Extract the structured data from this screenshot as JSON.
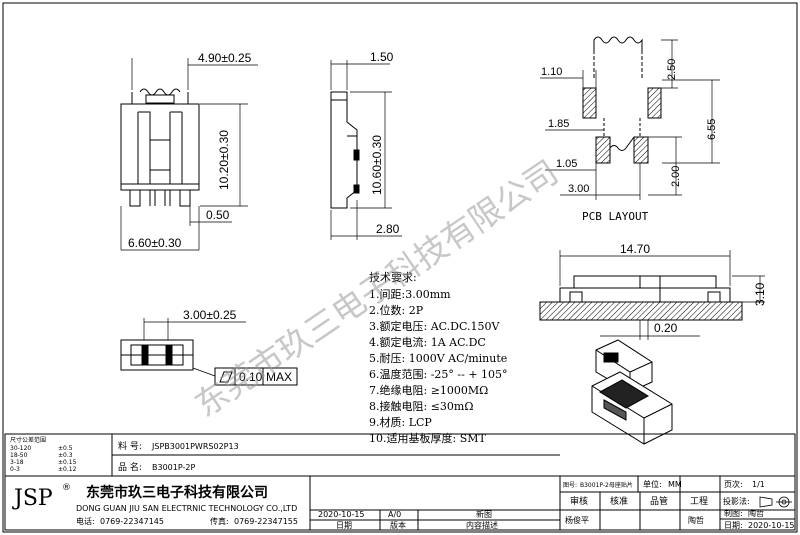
{
  "dimensions": {
    "front_width": "4.90±0.25",
    "front_height": "10.20±0.30",
    "front_pin_offset": "0.50",
    "front_base_width": "6.60±0.30",
    "side_top": "1.50",
    "side_height": "10.60±0.30",
    "side_bottom": "2.80",
    "bottom_pitch": "3.00±0.25",
    "flatness_value": "0.10",
    "flatness_max": "MAX",
    "pcb_left_pad": "1.10",
    "pcb_top_pad": "2.50",
    "pcb_offset": "1.85",
    "pcb_total_height": "6.55",
    "pcb_small_pad": "1.05",
    "pcb_pitch": "3.00",
    "pcb_lower": "2.00",
    "profile_length": "14.70",
    "profile_height": "3.10",
    "profile_gap": "0.20"
  },
  "pcb_layout_label": "PCB LAYOUT",
  "requirements": {
    "title": "技术要求:",
    "items": [
      "1.间距:3.00mm",
      "2.位数: 2P",
      "3.额定电压: AC.DC.150V",
      "4.额定电流: 1A AC.DC",
      "5.耐压: 1000V AC/minute",
      "6.温度范围: -25° -- + 105°",
      "7.绝缘电阻: ≥1000MΩ",
      "8.接触电阻: ≤30mΩ",
      "9.材质: LCP",
      "10.适用基板厚度: SMT"
    ]
  },
  "watermark": "东莞市玖三电子科技有限公司",
  "title_block": {
    "tolerance_title": "尺寸公差范围",
    "tolerance_rows": [
      [
        "30-120",
        "±0.5"
      ],
      [
        "18-50",
        "±0.3"
      ],
      [
        "3-18",
        "±0.15"
      ],
      [
        "0-3",
        "±0.12"
      ]
    ],
    "part_no_label": "料 号:",
    "part_no_value": "JSPB3001PWRS02P13",
    "name_label": "品 名:",
    "name_value": "B3001P-2P",
    "drawing_no_label": "图号:",
    "drawing_no_value": "B3001P-2母座贴片",
    "unit_label": "单位:",
    "unit_value": "MM",
    "page_label": "页次:",
    "page_value": "1/1",
    "roles": [
      "审核",
      "核准",
      "品管",
      "工程"
    ],
    "projection_label": "投影法:",
    "reviewer": "杨俊平",
    "engineer": "陶哲",
    "drafter_label": "制图:",
    "drafter_value": "陶哲",
    "date_label": "日期:",
    "date_value": "2020-10-15",
    "logo": "JSP",
    "logo_mark": "®",
    "company_cn": "东莞市玖三电子科技有限公司",
    "company_en": "DONG GUAN JIU SAN ELECTRNIC TECHNOLOGY CO.,LTD",
    "phone_label": "电话:",
    "phone_value": "0769-22347145",
    "fax_label": "传真:",
    "fax_value": "0769-22347155",
    "rev_date": "2020-10-15",
    "rev_version": "A/0",
    "rev_desc": "新图",
    "col_date": "日期",
    "col_version": "版本",
    "col_desc": "内容描述"
  }
}
